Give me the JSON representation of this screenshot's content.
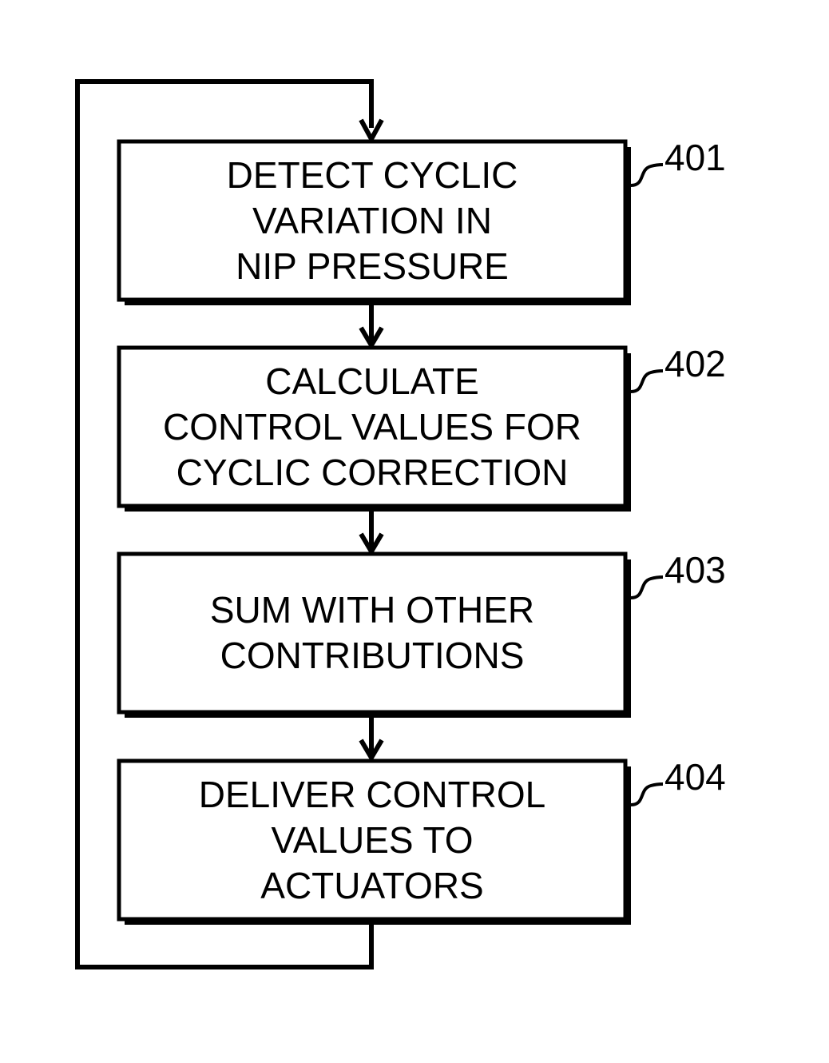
{
  "steps": [
    {
      "ref": "401",
      "lines": [
        "DETECT CYCLIC",
        "VARIATION IN",
        "NIP PRESSURE"
      ]
    },
    {
      "ref": "402",
      "lines": [
        "CALCULATE",
        "CONTROL VALUES FOR",
        "CYCLIC CORRECTION"
      ]
    },
    {
      "ref": "403",
      "lines": [
        "SUM WITH OTHER",
        "CONTRIBUTIONS"
      ]
    },
    {
      "ref": "404",
      "lines": [
        "DELIVER CONTROL",
        "VALUES TO",
        "ACTUATORS"
      ]
    }
  ],
  "colors": {
    "line": "#000000",
    "background": "#ffffff"
  }
}
